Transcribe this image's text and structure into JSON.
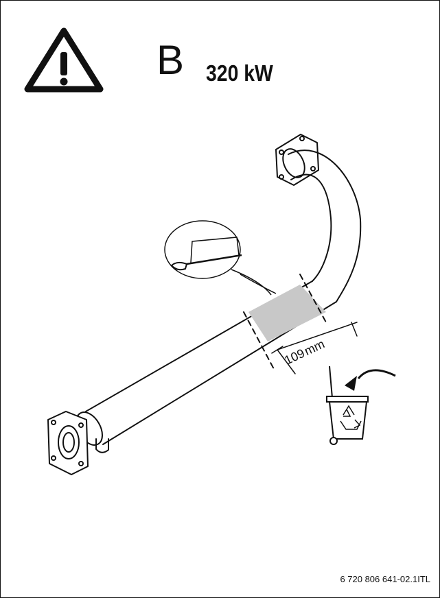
{
  "header": {
    "warning_icon": "warning-triangle-icon",
    "variant": "B",
    "power": "320 kW"
  },
  "illustration": {
    "cut_length": "109",
    "cut_unit": "mm",
    "inset_tool_icon": "hacksaw-icon",
    "disposal_icon": "recycle-bin-icon",
    "colors": {
      "line": "#111111",
      "cut_zone": "#c8c8c8"
    }
  },
  "footer": {
    "doc_number": "6 720 806 641-02.1ITL"
  }
}
